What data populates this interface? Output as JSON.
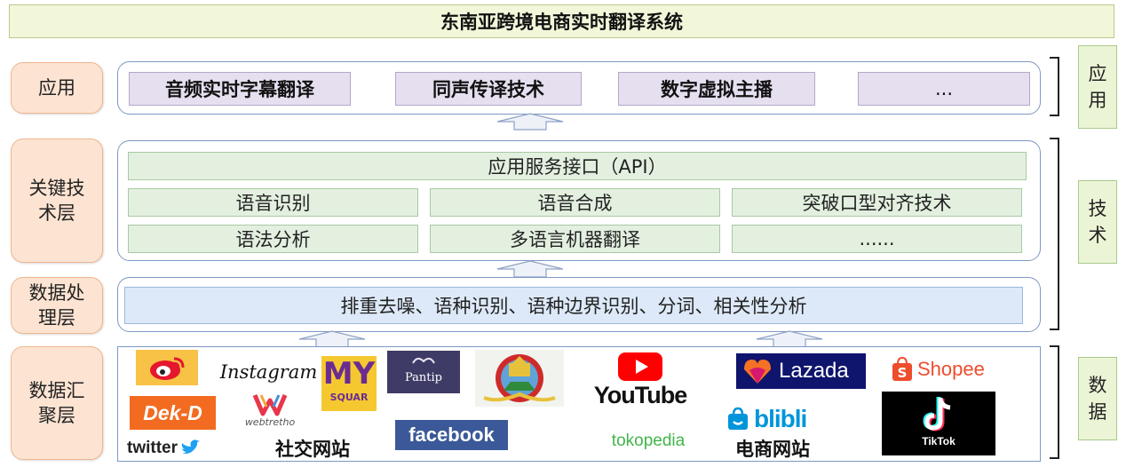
{
  "title": "东南亚跨境电商实时翻译系统",
  "layers": {
    "app": "应用",
    "tech": "关键技术层",
    "process": "数据处理层",
    "collect": "数据汇聚层"
  },
  "app_items": [
    "音频实时字幕翻译",
    "同声传译技术",
    "数字虚拟主播",
    "..."
  ],
  "tech": {
    "api": "应用服务接口（API）",
    "row1": [
      "语音识别",
      "语音合成",
      "突破口型对齐技术"
    ],
    "row2": [
      "语法分析",
      "多语言机器翻译",
      "......"
    ]
  },
  "process_text": "排重去噪、语种识别、语种边界识别、分词、相关性分析",
  "sources": {
    "social_label": "社交网站",
    "ecommerce_label": "电商网站",
    "logos": {
      "instagram": "Instagram",
      "my_top": "MY",
      "my_bottom": "SQUAR",
      "pantip": "Pantip",
      "youtube": "YouTube",
      "lazada": "Lazada",
      "shopee": "Shopee",
      "dekd": "Dek-D",
      "webtretho": "webtretho",
      "blibli": "blibli",
      "tiktok": "TikTok",
      "twitter": "twitter",
      "facebook": "facebook",
      "tokopedia": "tokopedia"
    }
  },
  "side_labels": {
    "app": "应用",
    "tech": "技术",
    "data": "数据"
  },
  "colors": {
    "youtube": "#ff0000",
    "lazada": "#0f146d",
    "shopee": "#ee4d2d",
    "facebook": "#3b5998",
    "twitter": "#1da1f2",
    "tokopedia": "#42b549",
    "blibli": "#0095da",
    "dekd": "#f26b21",
    "weibo": "#e6162d",
    "my": "#6a2c91"
  }
}
